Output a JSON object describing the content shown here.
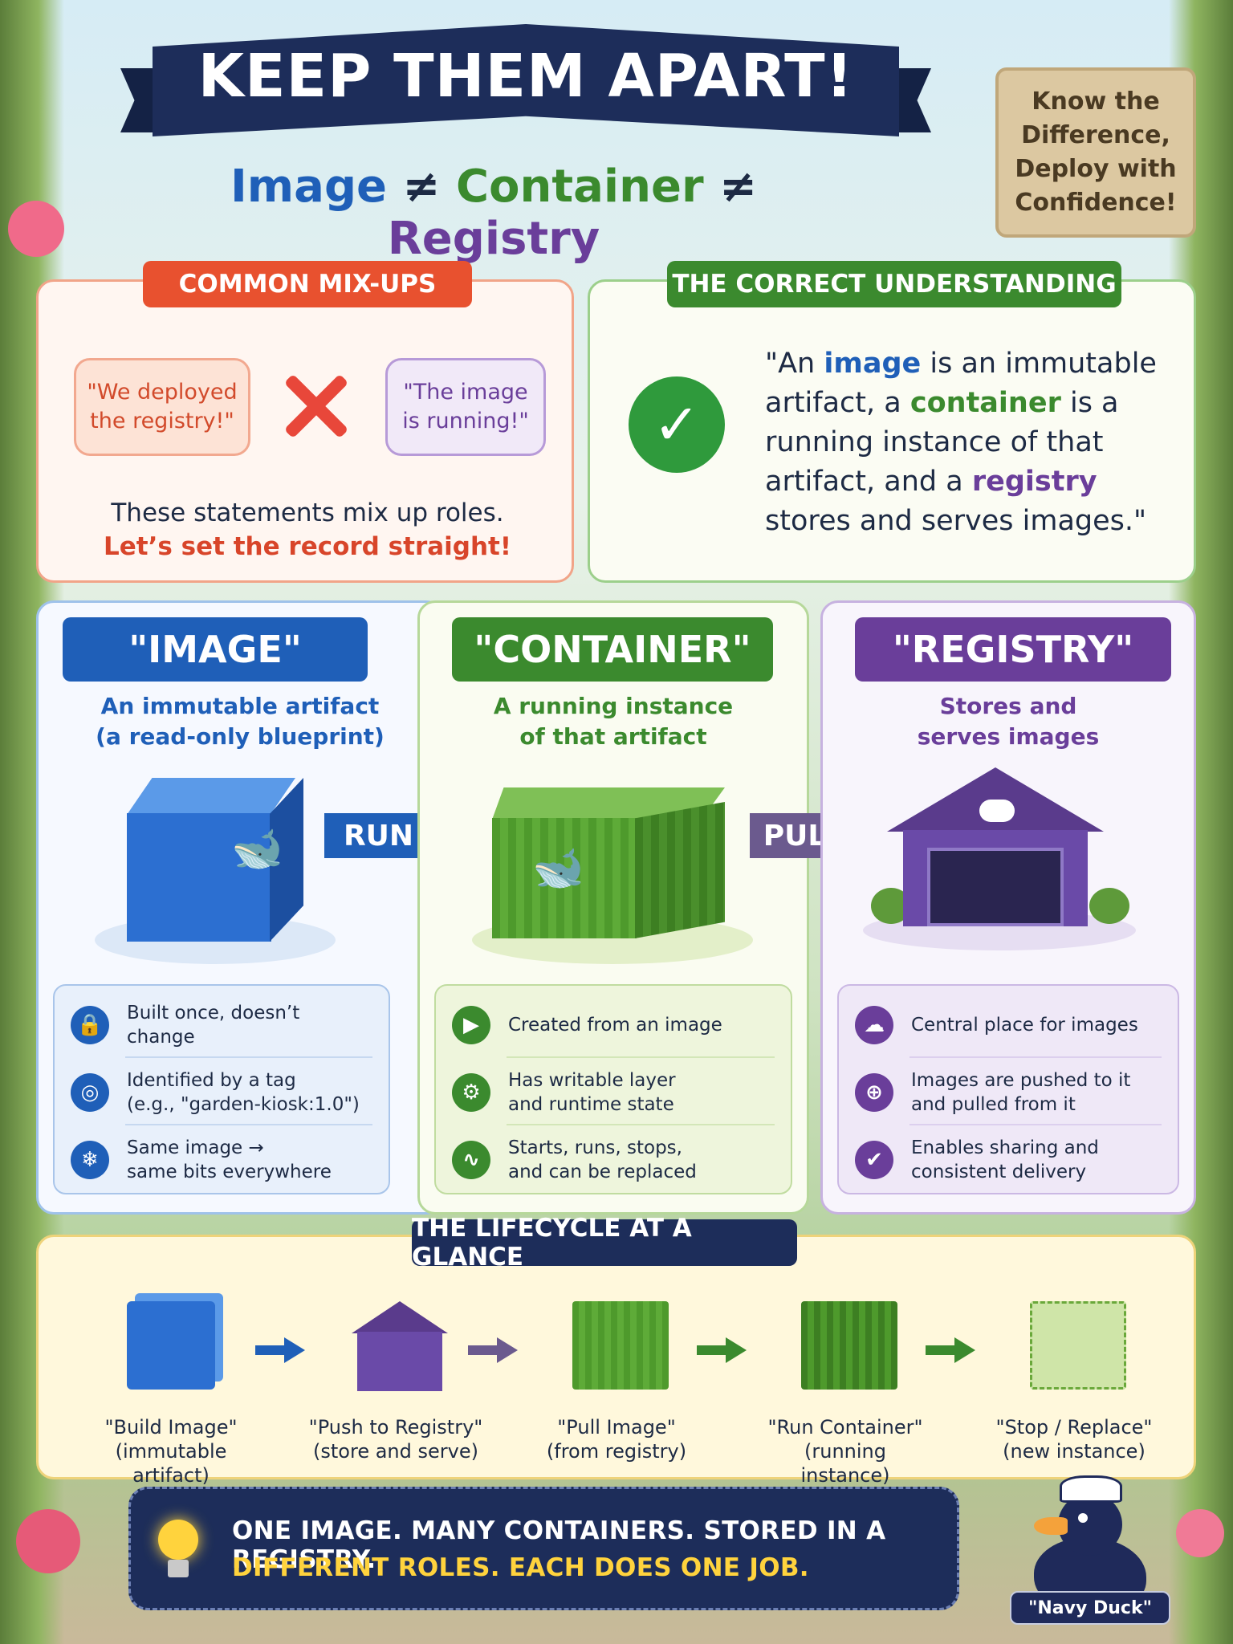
{
  "header": {
    "title": "KEEP THEM APART!",
    "subtitle_image": "Image",
    "subtitle_neq1": "≠",
    "subtitle_container": "Container",
    "subtitle_neq2": "≠",
    "subtitle_registry": "Registry"
  },
  "sign": {
    "line1": "Know the",
    "line2": "Difference,",
    "line3": "Deploy with",
    "line4": "Confidence!"
  },
  "mixups": {
    "tag": "COMMON MIX-UPS",
    "bubble1_line1": "\"We deployed",
    "bubble1_line2": "the registry!\"",
    "bubble2_line1": "\"The image",
    "bubble2_line2": "is running!\"",
    "text1": "These statements mix up roles.",
    "text2": "Let’s set the record straight!"
  },
  "correct": {
    "tag": "THE CORRECT UNDERSTANDING",
    "q1": "\"An ",
    "q_image": "image",
    "q2": " is an immutable artifact, a ",
    "q_container": "container",
    "q3": " is a running instance of that artifact, and a ",
    "q_registry": "registry",
    "q4": " stores and serves images.\""
  },
  "columns": {
    "image": {
      "title": "\"IMAGE\"",
      "sub1": "An immutable artifact",
      "sub2": "(a read-only blueprint)",
      "features": [
        {
          "icon": "lock-shield-icon",
          "glyph": "🔒",
          "line1": "Built once, doesn’t change",
          "line2": ""
        },
        {
          "icon": "fingerprint-icon",
          "glyph": "◎",
          "line1": "Identified by a tag",
          "line2": "(e.g., \"garden-kiosk:1.0\")"
        },
        {
          "icon": "snowflake-icon",
          "glyph": "❄",
          "line1": "Same image →",
          "line2": "same bits everywhere"
        }
      ]
    },
    "container": {
      "title": "\"CONTAINER\"",
      "sub1": "A running instance",
      "sub2": "of that artifact",
      "features": [
        {
          "icon": "play-icon",
          "glyph": "▶",
          "line1": "Created from an image",
          "line2": ""
        },
        {
          "icon": "gear-icon",
          "glyph": "⚙",
          "line1": "Has writable layer",
          "line2": "and runtime state"
        },
        {
          "icon": "pulse-icon",
          "glyph": "∿",
          "line1": "Starts, runs, stops,",
          "line2": "and can be replaced"
        }
      ]
    },
    "registry": {
      "title": "\"REGISTRY\"",
      "sub1": "Stores and",
      "sub2": "serves images",
      "features": [
        {
          "icon": "cloud-upload-icon",
          "glyph": "☁",
          "line1": "Central place for images",
          "line2": ""
        },
        {
          "icon": "globe-icon",
          "glyph": "⊕",
          "line1": "Images are pushed to it",
          "line2": "and pulled from it"
        },
        {
          "icon": "shield-check-icon",
          "glyph": "✔",
          "line1": "Enables sharing and",
          "line2": "consistent delivery"
        }
      ]
    }
  },
  "arrows": {
    "run": "RUN",
    "pull": "PULL"
  },
  "lifecycle": {
    "tag": "THE LIFECYCLE AT A GLANCE",
    "steps": [
      {
        "line1": "\"Build Image\"",
        "line2": "(immutable artifact)"
      },
      {
        "line1": "\"Push to Registry\"",
        "line2": "(store and serve)"
      },
      {
        "line1": "\"Pull Image\"",
        "line2": "(from registry)"
      },
      {
        "line1": "\"Run Container\"",
        "line2": "(running instance)"
      },
      {
        "line1": "\"Stop / Replace\"",
        "line2": "(new instance)"
      }
    ]
  },
  "footer": {
    "line1": "ONE IMAGE. MANY CONTAINERS. STORED IN A REGISTRY.",
    "line2": "DIFFERENT ROLES. EACH DOES ONE JOB."
  },
  "mascot": {
    "label": "\"Navy Duck\""
  },
  "colors": {
    "navy": "#1d2d5a",
    "blue": "#1f5fb8",
    "green": "#3b8a2e",
    "purple": "#6a3e9a",
    "red": "#e8473a",
    "yellow": "#ffd33d"
  }
}
